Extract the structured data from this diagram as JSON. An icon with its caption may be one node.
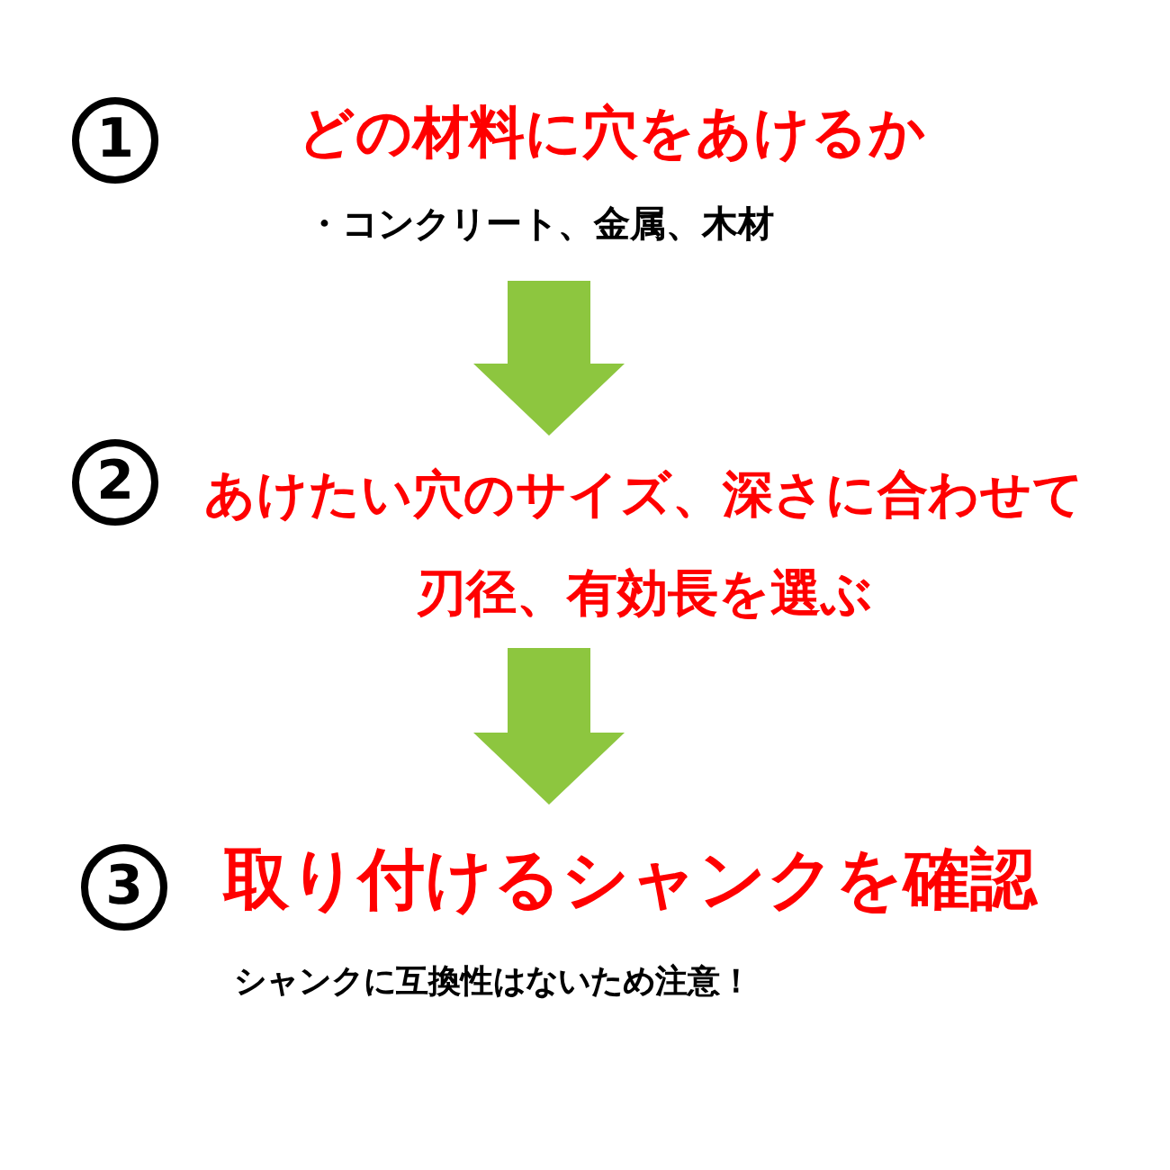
{
  "diagram": {
    "nodes": [
      {
        "text": [
          "1",
          "どの材料に穴をあけるか",
          "・コンクリート、金属、木材"
        ]
      },
      {
        "text": [
          "2",
          "あけたい穴のサイズ、深さに合わせて刃径、有効長を選ぶ"
        ]
      },
      {
        "text": [
          "3",
          "取り付けるシャンクを確認",
          "シャンクに互換性はないため注意！"
        ]
      }
    ],
    "edges": [
      {
        "from": 0,
        "to": 1,
        "arrow": "to",
        "style": "thick",
        "color": "#8dc63f"
      },
      {
        "from": 1,
        "to": 2,
        "arrow": "to",
        "style": "thick",
        "color": "#8dc63f"
      }
    ]
  }
}
